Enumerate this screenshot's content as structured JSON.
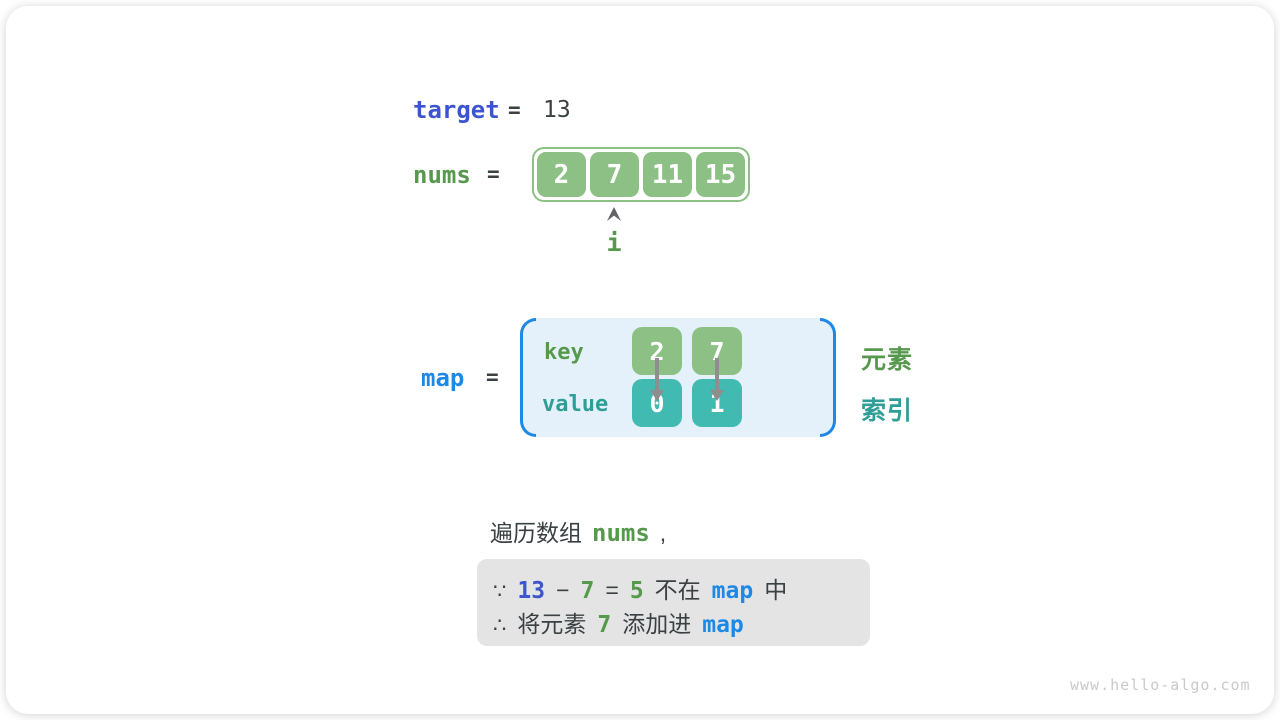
{
  "colors": {
    "royal-blue": "#3C55CE",
    "azure": "#1E88E5",
    "green": "#56994C",
    "green-cell": "#8CC084",
    "teal": "#2F9E96",
    "teal-cell": "#41BAB2",
    "dark": "#3B4043",
    "note-bg": "#E4E4E4",
    "map-bg": "#E4F1FA",
    "arrow-gray": "#8E8E8E",
    "pointer-gray": "#5F6368",
    "watermark-gray": "#C9C9C9"
  },
  "target_row": {
    "label": "target",
    "equals": "=",
    "value": "13"
  },
  "nums_row": {
    "label": "nums",
    "equals": "=",
    "cells": [
      "2",
      "7",
      "11",
      "15"
    ],
    "pointer_label": "i"
  },
  "map_row": {
    "label": "map",
    "equals": "=",
    "key_label": "key",
    "value_label": "value",
    "keys": [
      "2",
      "7"
    ],
    "values": [
      "0",
      "1"
    ],
    "element_label": "元素",
    "index_label": "索引"
  },
  "caption": {
    "prefix": "遍历数组",
    "code": "nums",
    "suffix": ","
  },
  "note": {
    "line1": {
      "s0": "∵",
      "s1": "13",
      "s2": "−",
      "s3": "7",
      "s4": "=",
      "s5": "5",
      "s6": "不在",
      "s7": "map",
      "s8": "中"
    },
    "line2": {
      "s0": "∴",
      "s1": "将元素",
      "s2": "7",
      "s3": "添加进",
      "s4": "map"
    }
  },
  "watermark": "www.hello-algo.com"
}
